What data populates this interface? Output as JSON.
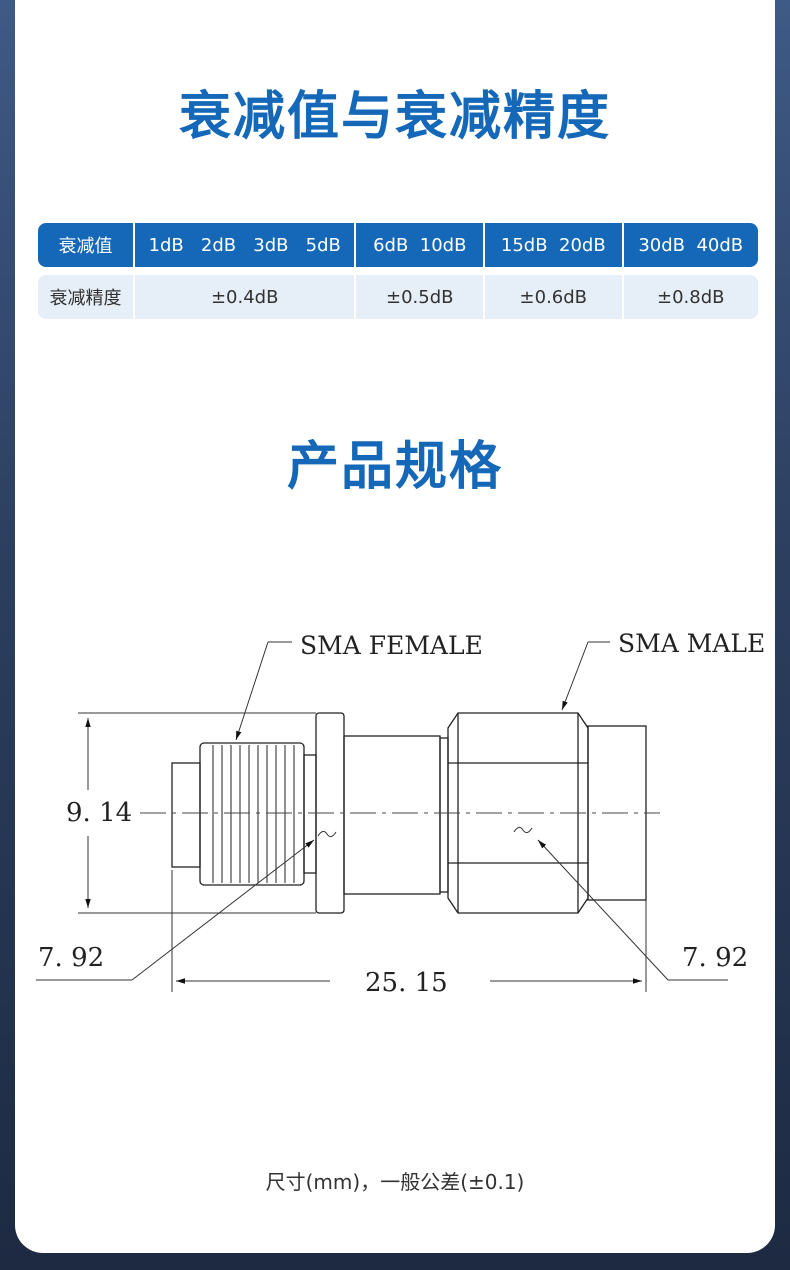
{
  "sections": {
    "attenuation_title": "衰减值与衰减精度",
    "spec_title": "产品规格"
  },
  "table": {
    "header": [
      "衰减值",
      "1dB   2dB   3dB   5dB",
      "6dB  10dB",
      "15dB  20dB",
      "30dB  40dB"
    ],
    "row": [
      "衰减精度",
      "±0.4dB",
      "±0.5dB",
      "±0.6dB",
      "±0.8dB"
    ]
  },
  "drawing": {
    "label_female": "SMA  FEMALE",
    "label_male": "SMA  MALE",
    "dim_height": "9. 14",
    "dim_left_dia": "7. 92",
    "dim_right_dia": "7. 92",
    "dim_length": "25. 15"
  },
  "note": "尺寸(mm)，一般公差(±0.1)",
  "colors": {
    "accent": "#1568b8",
    "background": "#2c3e5e",
    "row_bg": "#e6eef7"
  }
}
